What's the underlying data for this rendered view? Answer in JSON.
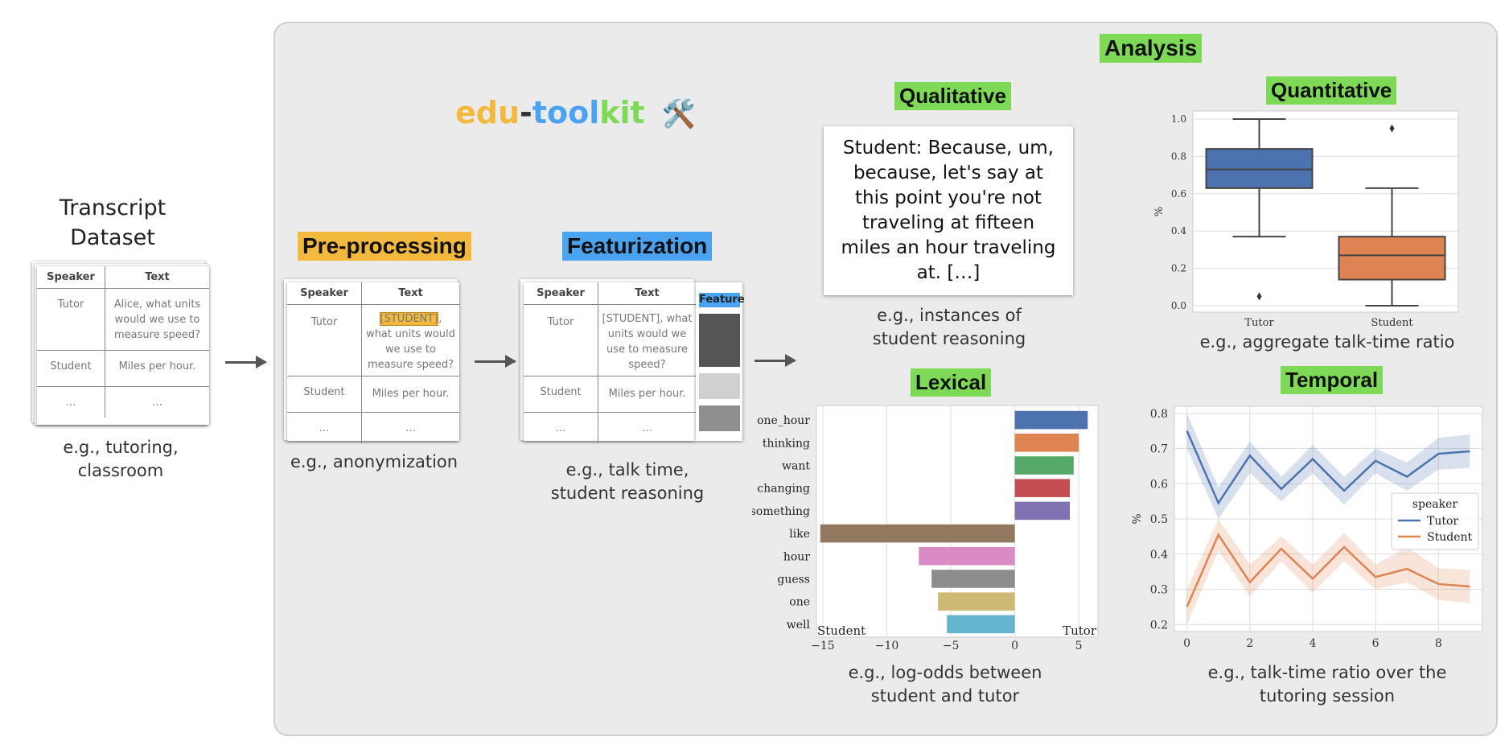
{
  "transcript": {
    "title_line1": "Transcript",
    "title_line2": "Dataset",
    "caption_line1": "e.g., tutoring,",
    "caption_line2": "classroom",
    "headers": [
      "Speaker",
      "Text"
    ],
    "rows": [
      [
        "Tutor",
        "Alice, what units would we use to measure speed?"
      ],
      [
        "Student",
        "Miles per hour."
      ],
      [
        "…",
        "…"
      ]
    ]
  },
  "toolkit": {
    "part1": "edu",
    "dash": "-",
    "part2": "tool",
    "part3": "kit",
    "emoji": "🛠️"
  },
  "preprocessing": {
    "label": "Pre-processing",
    "caption": "e.g., anonymization",
    "rows": [
      [
        "Tutor",
        "[STUDENT]",
        ", what units would we use to measure speed?"
      ],
      [
        "Student",
        "Miles per hour."
      ],
      [
        "…",
        "…"
      ]
    ]
  },
  "featurization": {
    "label": "Featurization",
    "feature_header": "Feature",
    "caption_line1": "e.g., talk time,",
    "caption_line2": "student reasoning",
    "rows": [
      [
        "Tutor",
        "[STUDENT], what units would we use to measure speed?"
      ],
      [
        "Student",
        "Miles per hour."
      ],
      [
        "…",
        "…"
      ]
    ]
  },
  "analysis": {
    "title": "Analysis",
    "qualitative": {
      "label": "Qualitative",
      "quote": "Student: Because, um, because, let's say at this point you're not traveling at fifteen miles an hour traveling at. […]",
      "caption_line1": "e.g., instances of",
      "caption_line2": "student reasoning"
    },
    "quantitative": {
      "label": "Quantitative",
      "caption": "e.g., aggregate talk-time ratio"
    },
    "lexical": {
      "label": "Lexical",
      "caption_line1": "e.g., log-odds between",
      "caption_line2": "student and tutor"
    },
    "temporal": {
      "label": "Temporal",
      "caption_line1": "e.g., talk-time ratio over the",
      "caption_line2": "tutoring session"
    }
  },
  "chart_data": [
    {
      "type": "box",
      "ylabel": "%",
      "categories": [
        "Tutor",
        "Student"
      ],
      "ylim": [
        0.0,
        1.0
      ],
      "yticks": [
        "0.0",
        "0.2",
        "0.4",
        "0.6",
        "0.8",
        "1.0"
      ],
      "boxes": [
        {
          "name": "Tutor",
          "min": 0.37,
          "q1": 0.63,
          "median": 0.73,
          "q3": 0.84,
          "max": 1.0,
          "outliers": [
            0.05
          ],
          "color": "#4c72b0"
        },
        {
          "name": "Student",
          "min": 0.0,
          "q1": 0.14,
          "median": 0.27,
          "q3": 0.37,
          "max": 0.63,
          "outliers": [
            0.95
          ],
          "color": "#dd8452"
        }
      ],
      "grid": true
    },
    {
      "type": "bar",
      "orientation": "horizontal",
      "categories": [
        "one_hour",
        "thinking",
        "want",
        "changing",
        "something",
        "like",
        "hour",
        "guess",
        "one",
        "well"
      ],
      "values": [
        5.7,
        5.0,
        4.6,
        4.3,
        4.3,
        -15.2,
        -7.5,
        -6.5,
        -6.0,
        -5.3
      ],
      "colors": [
        "#4c72b0",
        "#dd8452",
        "#55a868",
        "#c44e52",
        "#8172b3",
        "#937860",
        "#da8bc3",
        "#8c8c8c",
        "#ccb974",
        "#64b5cd"
      ],
      "xlim": [
        -15.5,
        6.5
      ],
      "xticks": [
        "−15",
        "−10",
        "−5",
        "0",
        "5"
      ],
      "annotations": [
        "Student",
        "Tutor"
      ],
      "grid": true
    },
    {
      "type": "line",
      "ylabel": "%",
      "x": [
        0,
        1,
        2,
        3,
        4,
        5,
        6,
        7,
        8,
        9
      ],
      "xticks": [
        "0",
        "2",
        "4",
        "6",
        "8"
      ],
      "yticks": [
        "0.2",
        "0.3",
        "0.4",
        "0.5",
        "0.6",
        "0.7",
        "0.8"
      ],
      "ylim": [
        0.18,
        0.82
      ],
      "legend_title": "speaker",
      "legend_placement": "center-right",
      "series": [
        {
          "name": "Tutor",
          "color": "#4c72b0",
          "values": [
            0.75,
            0.545,
            0.68,
            0.585,
            0.67,
            0.58,
            0.665,
            0.62,
            0.685,
            0.692
          ],
          "lower": [
            0.7,
            0.5,
            0.63,
            0.55,
            0.63,
            0.54,
            0.63,
            0.58,
            0.64,
            0.645
          ],
          "upper": [
            0.8,
            0.59,
            0.72,
            0.62,
            0.71,
            0.62,
            0.7,
            0.66,
            0.73,
            0.74
          ]
        },
        {
          "name": "Student",
          "color": "#dd8452",
          "values": [
            0.25,
            0.455,
            0.32,
            0.415,
            0.33,
            0.42,
            0.335,
            0.358,
            0.315,
            0.308
          ],
          "lower": [
            0.2,
            0.41,
            0.28,
            0.38,
            0.29,
            0.38,
            0.3,
            0.32,
            0.27,
            0.26
          ],
          "upper": [
            0.3,
            0.5,
            0.37,
            0.45,
            0.37,
            0.46,
            0.37,
            0.42,
            0.36,
            0.355
          ]
        }
      ],
      "grid": true
    }
  ]
}
